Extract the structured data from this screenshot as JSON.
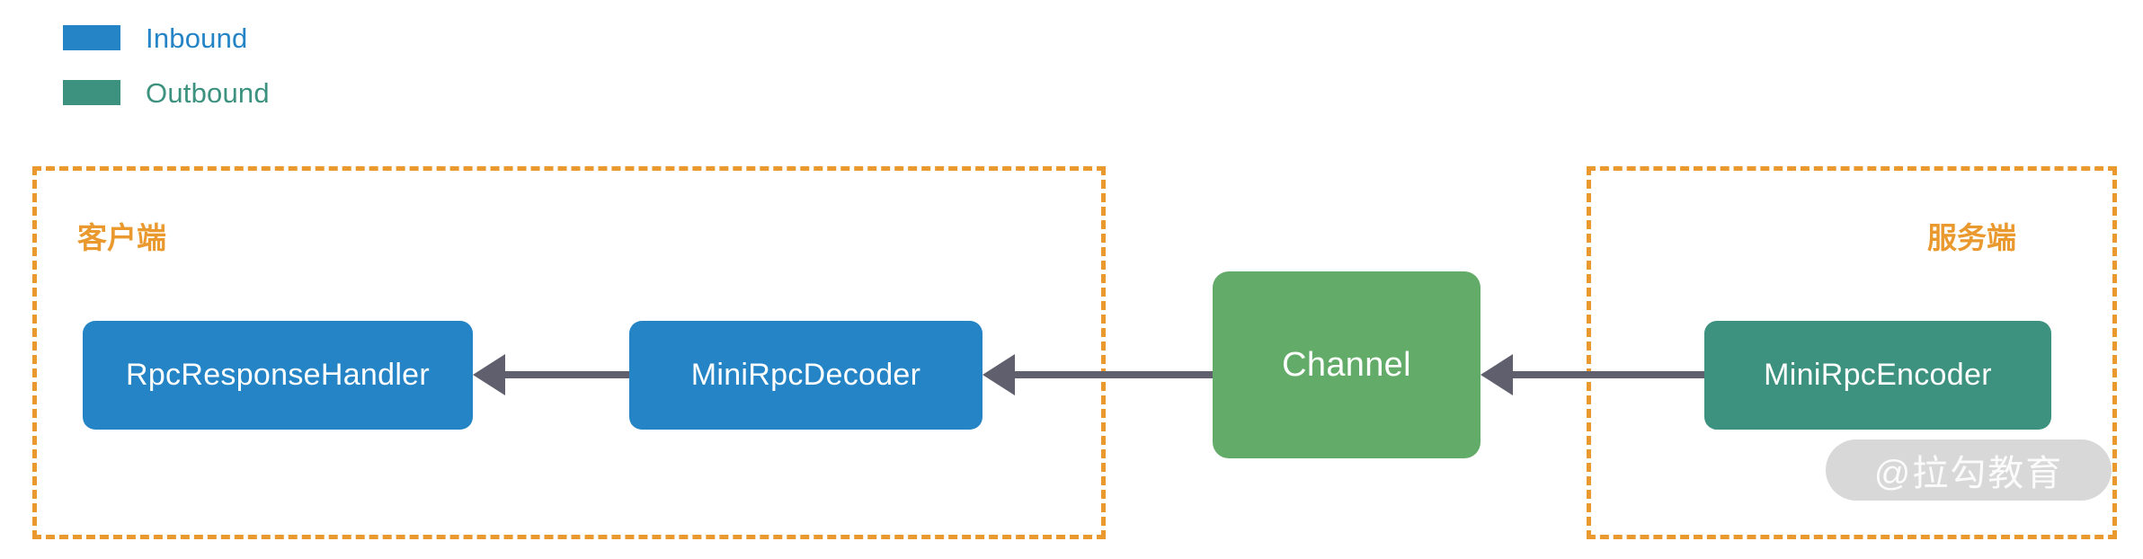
{
  "legend": {
    "items": [
      {
        "label": "Inbound",
        "color": "#2484c6",
        "icon": "color-swatch-icon"
      },
      {
        "label": "Outbound",
        "color": "#3c927f",
        "icon": "color-swatch-icon"
      }
    ]
  },
  "zones": [
    {
      "id": "client",
      "label": "客户端",
      "border_color": "#e9992e",
      "label_align": "left"
    },
    {
      "id": "server",
      "label": "服务端",
      "border_color": "#e9992e",
      "label_align": "right"
    }
  ],
  "nodes": [
    {
      "id": "rpc-response-handler",
      "label": "RpcResponseHandler",
      "color": "#2484c6",
      "zone": "client",
      "direction": "Inbound"
    },
    {
      "id": "mini-rpc-decoder",
      "label": "MiniRpcDecoder",
      "color": "#2484c6",
      "zone": "client",
      "direction": "Inbound"
    },
    {
      "id": "channel",
      "label": "Channel",
      "color": "#62ab68",
      "zone": "none",
      "direction": ""
    },
    {
      "id": "mini-rpc-encoder",
      "label": "MiniRpcEncoder",
      "color": "#3c927f",
      "zone": "server",
      "direction": "Outbound"
    }
  ],
  "connections": [
    {
      "from": "mini-rpc-decoder",
      "to": "rpc-response-handler",
      "direction": "left",
      "color": "#5f5f6e"
    },
    {
      "from": "channel",
      "to": "mini-rpc-decoder",
      "direction": "left",
      "color": "#5f5f6e"
    },
    {
      "from": "mini-rpc-encoder",
      "to": "channel",
      "direction": "left",
      "color": "#5f5f6e"
    }
  ],
  "watermark": {
    "text": "@拉勾教育"
  }
}
